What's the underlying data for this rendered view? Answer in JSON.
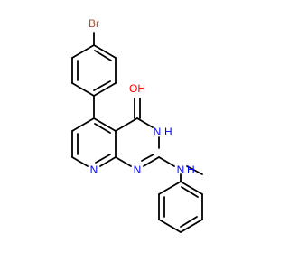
{
  "molecule": {
    "atoms": {
      "bromine": "Br",
      "hydroxyl": "OH",
      "ring_nh": "N",
      "ring_nh_h": "H",
      "pyridine_n": "N",
      "pyrimidine_n": "N",
      "amine_n": "N",
      "amine_h": "H"
    }
  },
  "colors": {
    "bond": "#000000",
    "bromine": "#a0522d",
    "oxygen": "#ff0000",
    "nitrogen": "#0000ff"
  }
}
